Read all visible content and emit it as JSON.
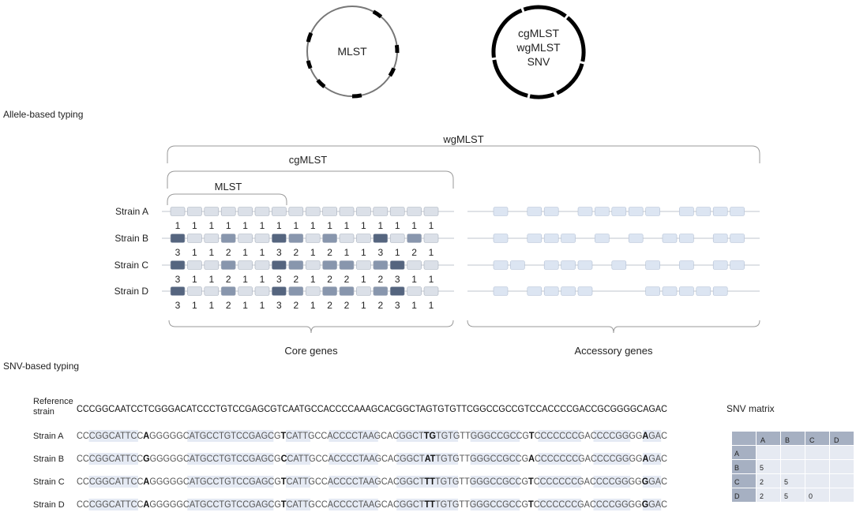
{
  "circles": {
    "left_label": "MLST",
    "right_label_lines": [
      "cgMLST",
      "wgMLST",
      "SNV"
    ]
  },
  "allele_section": {
    "title": "Allele-based typing",
    "bracket_labels": {
      "wgmlst": "wgMLST",
      "cgmlst": "cgMLST",
      "mlst": "MLST"
    },
    "bottom_labels": {
      "core": "Core genes",
      "accessory": "Accessory genes"
    },
    "strains": [
      {
        "name": "Strain A",
        "core_alleles": [
          1,
          1,
          1,
          1,
          1,
          1,
          1,
          1,
          1,
          1,
          1,
          1,
          1,
          1,
          1,
          1
        ],
        "accessory_present": [
          1,
          0,
          1,
          1,
          0,
          1,
          1,
          1,
          1,
          1,
          0,
          1,
          1,
          1,
          1
        ]
      },
      {
        "name": "Strain B",
        "core_alleles": [
          3,
          1,
          1,
          2,
          1,
          1,
          3,
          2,
          1,
          2,
          1,
          1,
          3,
          1,
          2,
          1
        ],
        "accessory_present": [
          1,
          0,
          1,
          1,
          1,
          0,
          1,
          0,
          1,
          0,
          1,
          1,
          0,
          1,
          1
        ]
      },
      {
        "name": "Strain C",
        "core_alleles": [
          3,
          1,
          1,
          2,
          1,
          1,
          3,
          2,
          1,
          2,
          2,
          1,
          2,
          3,
          1,
          1
        ],
        "accessory_present": [
          1,
          1,
          0,
          1,
          1,
          1,
          0,
          1,
          0,
          1,
          0,
          1,
          0,
          1,
          1
        ]
      },
      {
        "name": "Strain D",
        "core_alleles": [
          3,
          1,
          1,
          2,
          1,
          1,
          3,
          2,
          1,
          2,
          2,
          1,
          2,
          3,
          1,
          1
        ],
        "accessory_present": [
          1,
          0,
          1,
          1,
          1,
          1,
          0,
          0,
          0,
          1,
          1,
          1,
          1,
          1,
          0
        ]
      }
    ],
    "colors": {
      "allele_1": "#dbe0e8",
      "allele_2": "#8896ad",
      "allele_3": "#55657f",
      "accessory": "#dce5f2",
      "line": "#bfc4cc",
      "bracket": "#999999"
    }
  },
  "snv_section": {
    "title": "SNV-based typing",
    "reference": {
      "label_lines": [
        "Reference",
        "strain"
      ],
      "sequence": "CCCGGCAATCCTCGGGACATCCCTGTCCGAGCGTCAATGCCACCCCAAAGCACGGCTAGTGTGTTCGGCCGCCGTCCACCCCGACCGCGGGGCAGAC"
    },
    "strains": [
      {
        "name": "Strain A",
        "sequence": "CCCGGCATTCCAGGGGGCATGCCTGTCCGAGCGTCATTGCCACCCCTAAGCACGGCTTGTGTGTTGGGCCGCCGTCCCCCCCGACCCCGGGGAGAC"
      },
      {
        "name": "Strain B",
        "sequence": "CCCGGCATTCCGGGGGGCATGCCTGTCCGAGCGCCATTGCCACCCCTAAGCACGGCTATTGTGTTGGGCCGCCGACCCCCCCGACCCCGGGGAGAC"
      },
      {
        "name": "Strain C",
        "sequence": "CCCGGCATTCCAGGGGGCATGCCTGTCCGAGCGTCATTGCCACCCCTAAGCACGGCTTTTGTGTTGGGCCGCCGTCCCCCCCGACCCCGGGGGGAC"
      },
      {
        "name": "Strain D",
        "sequence": "CCCGGCATTCCAGGGGGCATGCCTGTCCGAGCGTCATTGCCACCCCTAAGCACGGCTTTTGTGTTGGGCCGCCGTCCCCCCCGACCCCGGGGGGAC"
      }
    ],
    "bold_positions": [
      11,
      33,
      57,
      58,
      74,
      92
    ],
    "highlight_ranges": [
      [
        2,
        9
      ],
      [
        18,
        31
      ],
      [
        34,
        37
      ],
      [
        41,
        48
      ],
      [
        52,
        61
      ],
      [
        64,
        71
      ],
      [
        75,
        81
      ],
      [
        84,
        89
      ],
      [
        92,
        94
      ]
    ],
    "colors": {
      "highlight": "#e5eaf4",
      "strain_text": "#555555",
      "bold_text": "#111111",
      "ref_text": "#111111"
    }
  },
  "snv_matrix": {
    "title": "SNV matrix",
    "headers": [
      "A",
      "B",
      "C",
      "D"
    ],
    "rows": [
      {
        "label": "A",
        "cells": [
          "",
          "",
          "",
          ""
        ]
      },
      {
        "label": "B",
        "cells": [
          "5",
          "",
          "",
          ""
        ]
      },
      {
        "label": "C",
        "cells": [
          "2",
          "5",
          "",
          ""
        ]
      },
      {
        "label": "D",
        "cells": [
          "2",
          "5",
          "0",
          ""
        ]
      }
    ],
    "colors": {
      "header": "#a6b0c2",
      "cell": "#e6eaf2"
    }
  }
}
